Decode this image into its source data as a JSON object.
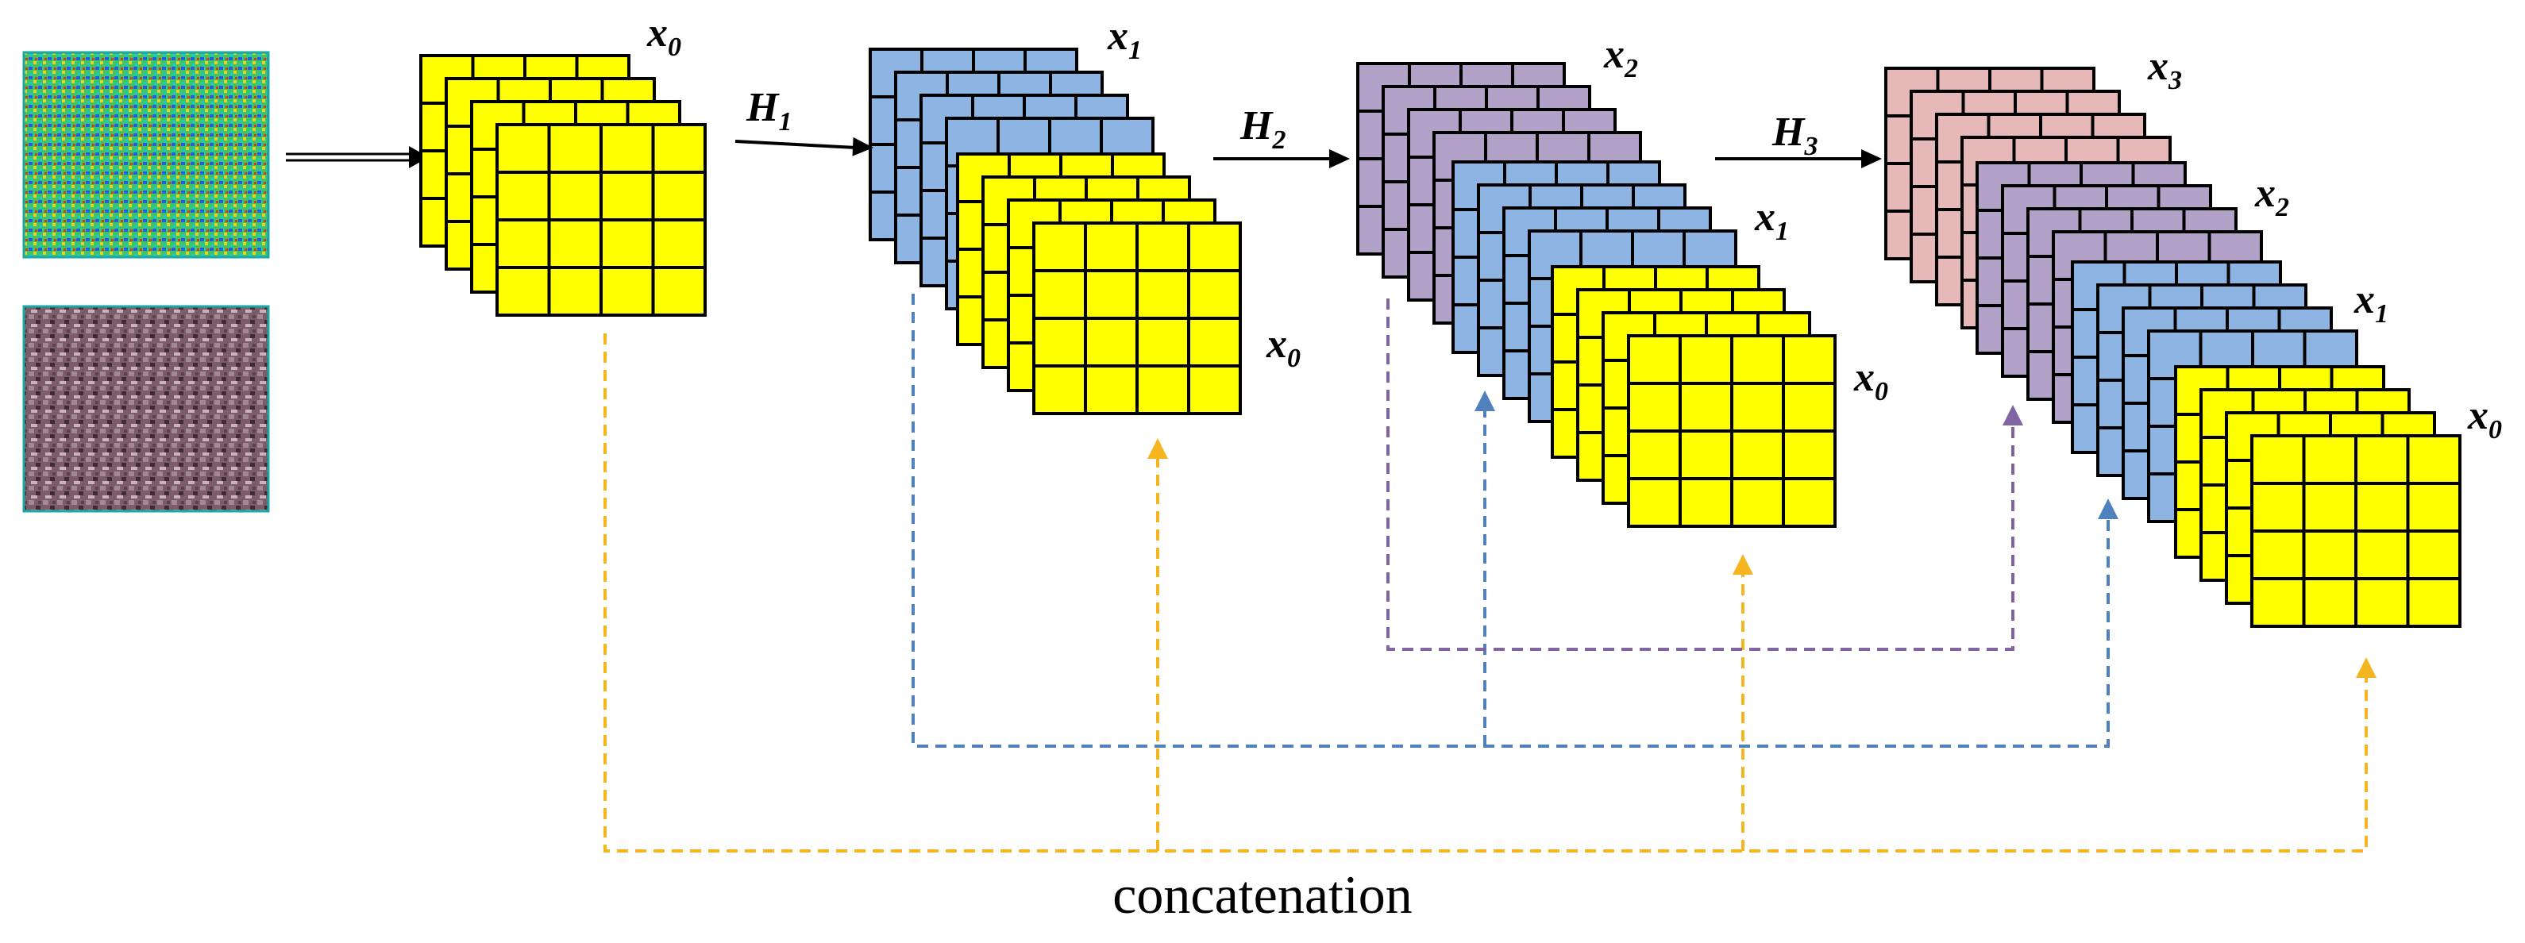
{
  "colors": {
    "x0": "#ffff00",
    "x1": "#8db4e2",
    "x2": "#b3a2c7",
    "x3": "#e6b8b7",
    "grid_line": "#000000",
    "conn_x0": "#f5b520",
    "conn_x1": "#4f81bd",
    "conn_x2": "#8064a2",
    "image_border": "#1aa7a7"
  },
  "inputs": [
    {
      "name": "false-color-heatmap-image"
    },
    {
      "name": "aerial-rgb-image"
    }
  ],
  "stages": [
    {
      "groups": [
        {
          "sym": "x",
          "sub": "0",
          "color": "x0"
        }
      ]
    },
    {
      "op_base": "H",
      "op_sub": "1",
      "groups": [
        {
          "sym": "x",
          "sub": "1",
          "color": "x1"
        },
        {
          "sym": "x",
          "sub": "0",
          "color": "x0"
        }
      ]
    },
    {
      "op_base": "H",
      "op_sub": "2",
      "groups": [
        {
          "sym": "x",
          "sub": "2",
          "color": "x2"
        },
        {
          "sym": "x",
          "sub": "1",
          "color": "x1"
        },
        {
          "sym": "x",
          "sub": "0",
          "color": "x0"
        }
      ]
    },
    {
      "op_base": "H",
      "op_sub": "3",
      "groups": [
        {
          "sym": "x",
          "sub": "3",
          "color": "x3"
        },
        {
          "sym": "x",
          "sub": "2",
          "color": "x2"
        },
        {
          "sym": "x",
          "sub": "1",
          "color": "x1"
        },
        {
          "sym": "x",
          "sub": "0",
          "color": "x0"
        }
      ]
    }
  ],
  "caption": "concatenation"
}
